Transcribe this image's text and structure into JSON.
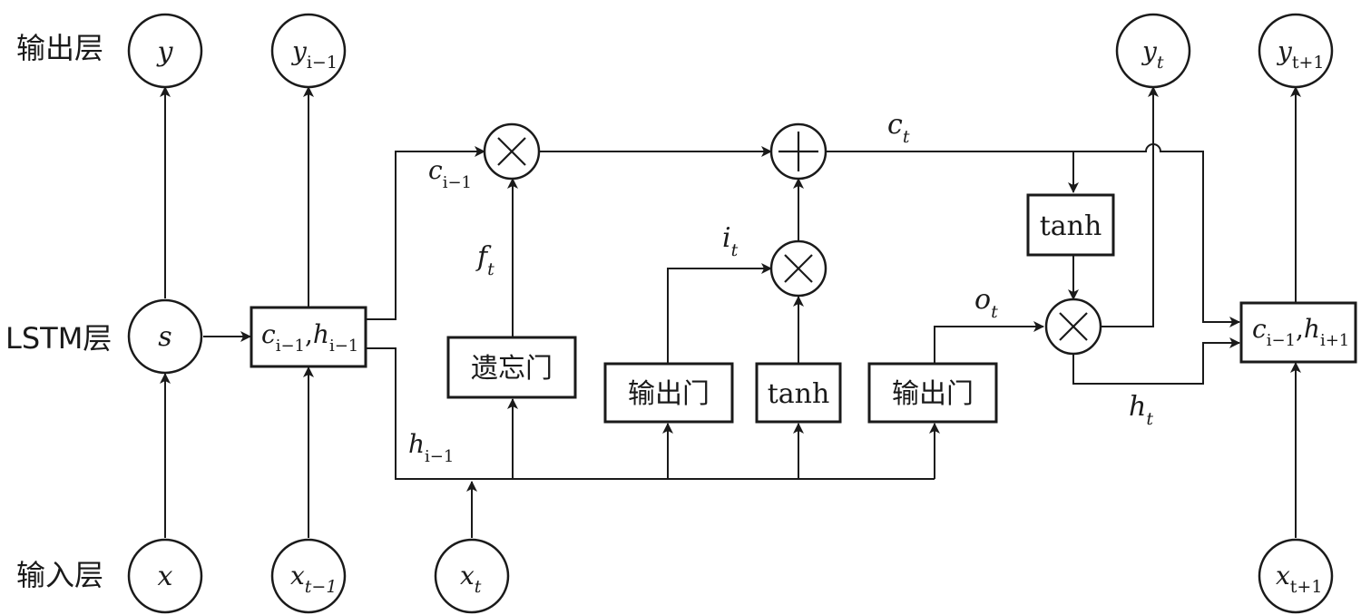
{
  "layers": {
    "output": "输出层",
    "lstm": "LSTM层",
    "input": "输入层"
  },
  "nodes": {
    "y": "y",
    "y_prev": {
      "main": "y",
      "sub": "i−1"
    },
    "y_t": {
      "main": "y",
      "sub": "t"
    },
    "y_next": {
      "main": "y",
      "sub": "t+1"
    },
    "s": "s",
    "x": "x",
    "x_prev": {
      "main": "x",
      "sub": "t−1"
    },
    "x_t": {
      "main": "x",
      "sub": "t"
    },
    "x_next": {
      "main": "x",
      "sub": "t+1"
    }
  },
  "state_boxes": {
    "prev": {
      "c": "c",
      "c_sub": "i−1",
      "sep": ",",
      "h": "h",
      "h_sub": "i−1"
    },
    "next": {
      "c": "c",
      "c_sub": "i−1",
      "sep": ",",
      "h": "h",
      "h_sub": "i+1"
    }
  },
  "gates": {
    "forget": "遗忘门",
    "input_gate": "输出门",
    "candidate": "tanh",
    "output_gate": "输出门",
    "cell_tanh": "tanh"
  },
  "signals": {
    "c_prev": {
      "main": "c",
      "sub": "i−1"
    },
    "h_prev": {
      "main": "h",
      "sub": "i−1"
    },
    "f_t": {
      "main": "f",
      "sub": "t"
    },
    "i_t": {
      "main": "i",
      "sub": "t"
    },
    "o_t": {
      "main": "o",
      "sub": "t"
    },
    "c_t": {
      "main": "c",
      "sub": "t"
    },
    "h_t": {
      "main": "h",
      "sub": "t"
    }
  },
  "operators": {
    "multiply": "×",
    "add": "+"
  }
}
